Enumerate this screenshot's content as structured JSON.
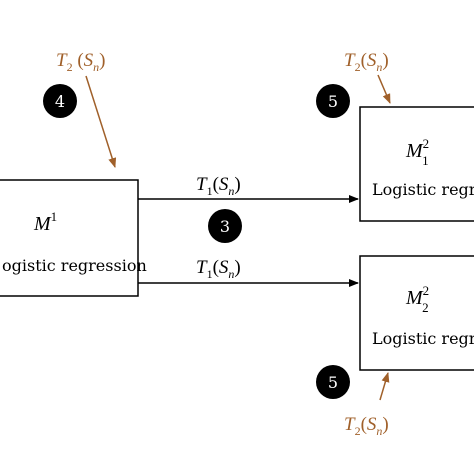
{
  "colors": {
    "stroke": "#000000",
    "accent": "#a0602a",
    "badge_fill": "#000000",
    "badge_text": "#ffffff"
  },
  "models": {
    "m1": {
      "base": "M",
      "sup": "1",
      "label": "ogistic regression"
    },
    "m12": {
      "base": "M",
      "sub": "1",
      "sup": "2",
      "label": "Logistic regre"
    },
    "m22": {
      "base": "M",
      "sub": "2",
      "sup": "2",
      "label": "Logistic regre"
    }
  },
  "edges": {
    "t1_top": {
      "base": "T",
      "sub": "1",
      "arg": "S",
      "arg_sub": "n"
    },
    "t1_bottom": {
      "base": "T",
      "sub": "1",
      "arg": "S",
      "arg_sub": "n"
    }
  },
  "annotations": {
    "t2_left": {
      "base": "T",
      "sub": "2",
      "arg": "S",
      "arg_sub": "n"
    },
    "t2_top_right": {
      "base": "T",
      "sub": "2",
      "arg": "S",
      "arg_sub": "n"
    },
    "t2_bottom_right": {
      "base": "T",
      "sub": "2",
      "arg": "S",
      "arg_sub": "n"
    }
  },
  "badges": {
    "step4": "4",
    "step5_top": "5",
    "step3": "3",
    "step5_bottom": "5"
  }
}
